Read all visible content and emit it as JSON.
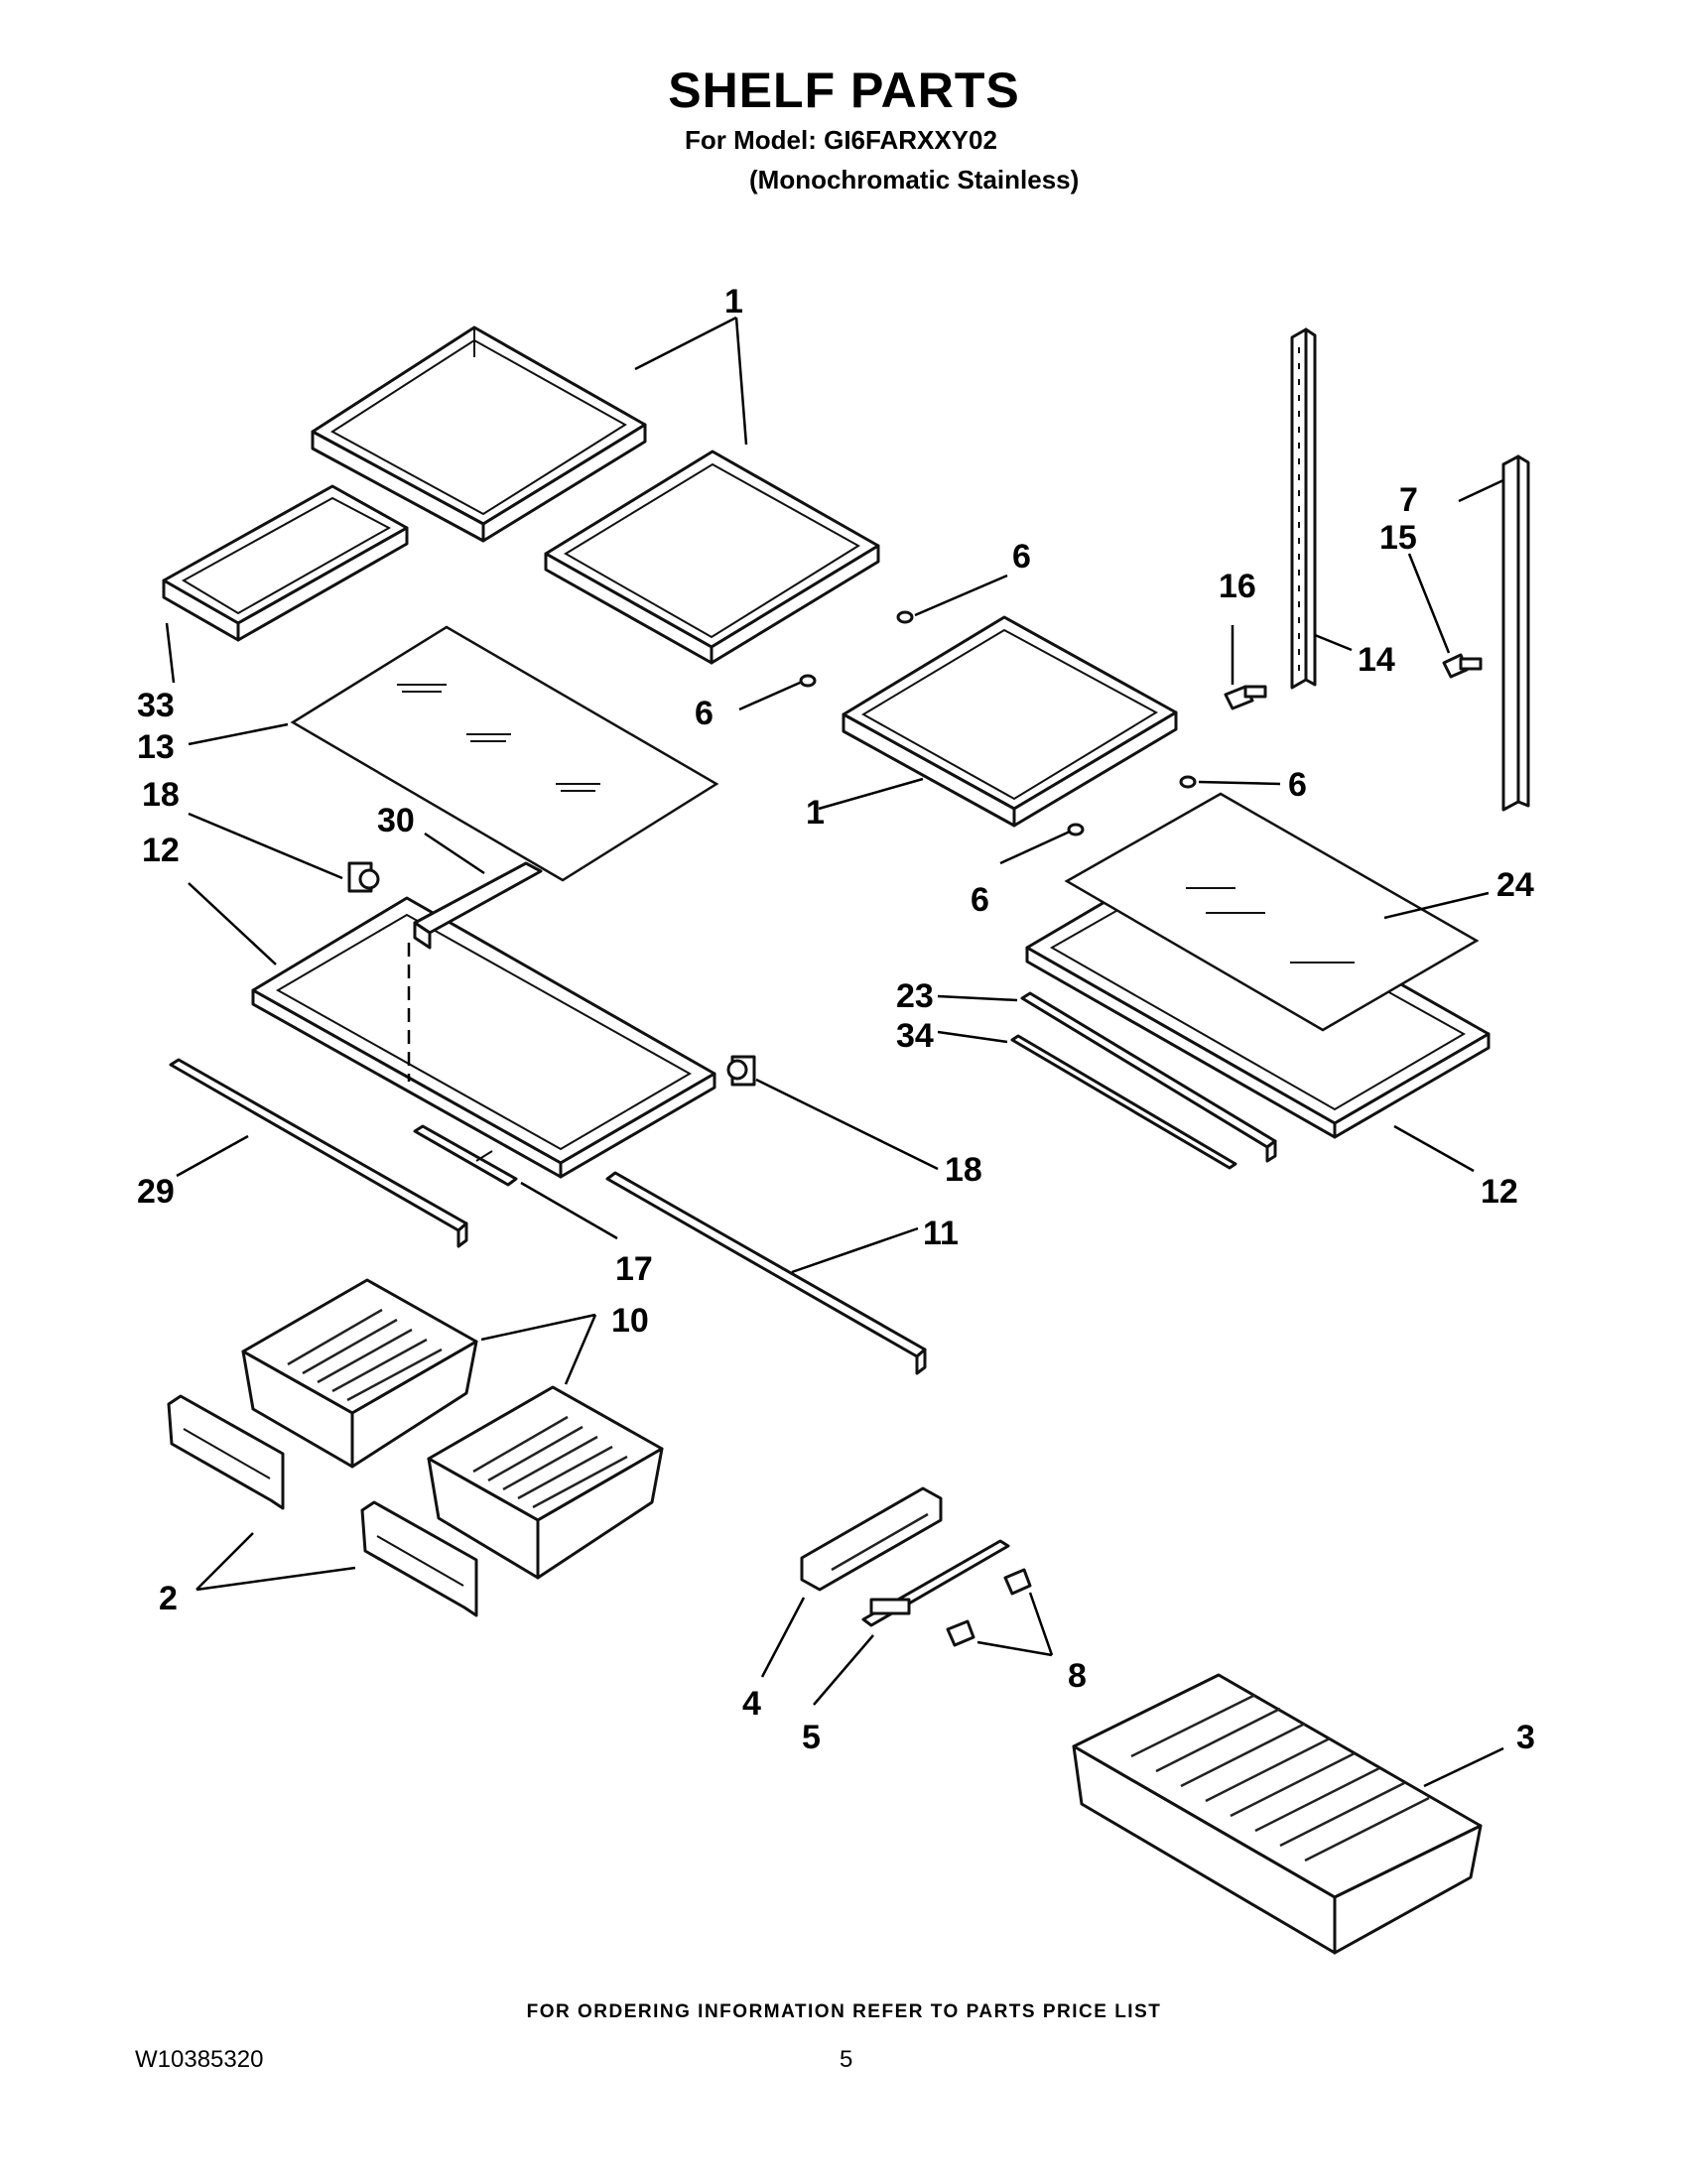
{
  "header": {
    "title": "SHELF PARTS",
    "model_line": "For Model: GI6FARXXY02",
    "variant_line": "(Monochromatic Stainless)"
  },
  "callouts": {
    "p1a": "1",
    "p1b": "1",
    "p33": "33",
    "p13": "13",
    "p18a": "18",
    "p30": "30",
    "p12a": "12",
    "p6a": "6",
    "p6b": "6",
    "p6c": "6",
    "p6d": "6",
    "p16": "16",
    "p15": "15",
    "p7": "7",
    "p14": "14",
    "p24": "24",
    "p23": "23",
    "p34": "34",
    "p12b": "12",
    "p18b": "18",
    "p29": "29",
    "p17": "17",
    "p11": "11",
    "p10": "10",
    "p2": "2",
    "p4": "4",
    "p5": "5",
    "p8": "8",
    "p3": "3"
  },
  "footer": {
    "note": "FOR ORDERING INFORMATION REFER TO PARTS PRICE LIST",
    "doc_number": "W10385320",
    "page_number": "5"
  }
}
